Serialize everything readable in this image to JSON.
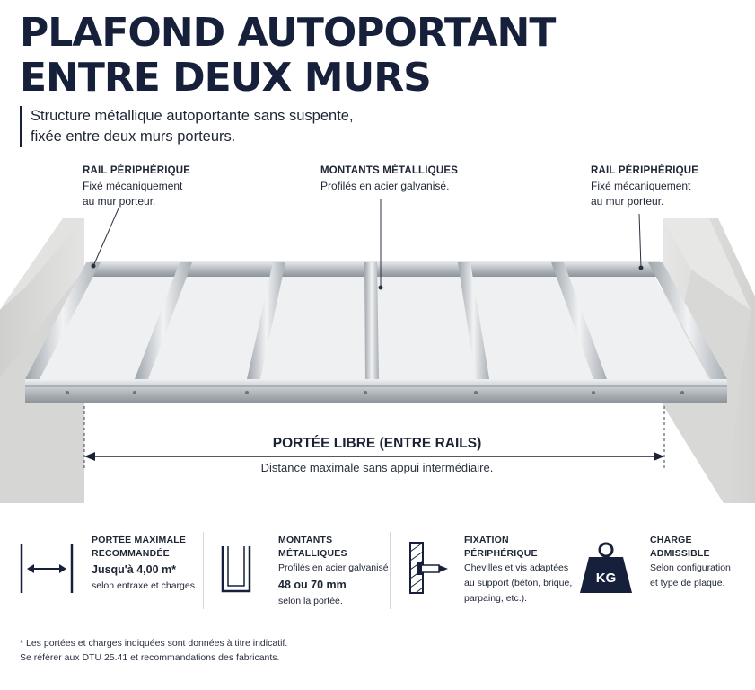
{
  "title": {
    "line1": "PLAFOND AUTOPORTANT",
    "line2": "ENTRE DEUX MURS"
  },
  "subtitle": {
    "line1": "Structure métallique autoportante sans suspente,",
    "line2": "fixée entre deux murs porteurs."
  },
  "callouts": {
    "left": {
      "heading": "RAIL PÉRIPHÉRIQUE",
      "line1": "Fixé mécaniquement",
      "line2": "au mur porteur."
    },
    "middle": {
      "heading": "MONTANTS MÉTALLIQUES",
      "line1": "Profilés en acier galvanisé."
    },
    "right": {
      "heading": "RAIL PÉRIPHÉRIQUE",
      "line1": "Fixé mécaniquement",
      "line2": "au mur porteur."
    }
  },
  "span": {
    "title": "PORTÉE LIBRE (ENTRE RAILS)",
    "note": "Distance maximale sans appui intermédiaire."
  },
  "features": [
    {
      "icon": "span-arrow-icon",
      "heading1": "PORTÉE MAXIMALE",
      "heading2": "RECOMMANDÉE",
      "value": "Jusqu'à 4,00 m*",
      "line1": "selon entraxe et charges."
    },
    {
      "icon": "u-profile-icon",
      "heading1": "MONTANTS",
      "heading2": "MÉTALLIQUES",
      "line1": "Profilés en acier galvanisé",
      "value": "48 ou 70 mm",
      "line2": "selon la portée."
    },
    {
      "icon": "wall-screw-icon",
      "heading1": "FIXATION",
      "heading2": "PÉRIPHÉRIQUE",
      "line1": "Chevilles et vis adaptées",
      "line2": "au support (béton, brique,",
      "line3": "parpaing, etc.)."
    },
    {
      "icon": "kg-weight-icon",
      "heading1": "CHARGE",
      "heading2": "ADMISSIBLE",
      "line1": "Selon configuration",
      "line2": "et type de plaque.",
      "badge": "KG"
    }
  ],
  "footnote": {
    "line1": "* Les portées et charges indiquées sont données à titre indicatif.",
    "line2": "Se référer aux DTU 25.41 et recommandations des fabricants."
  },
  "colors": {
    "navy": "#16203a",
    "concrete": "#d9d9d7",
    "steel": "#b7bcc1",
    "board": "#eceeef"
  }
}
